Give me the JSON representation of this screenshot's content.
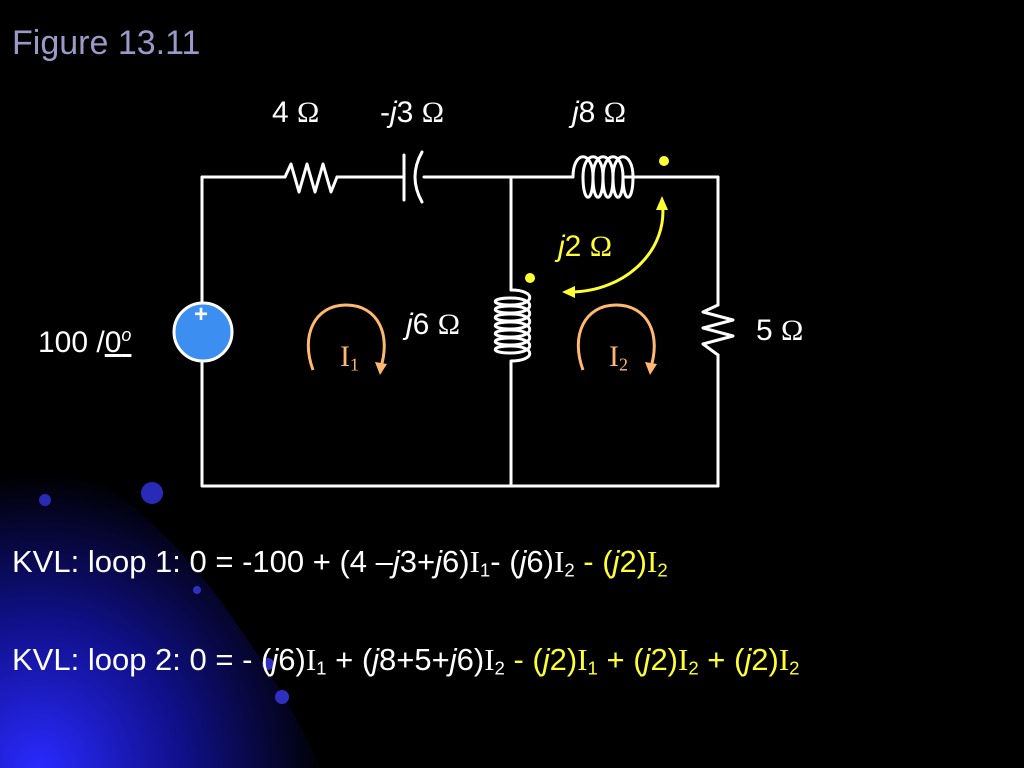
{
  "title": "Figure 13.11",
  "colors": {
    "background": "#000000",
    "wire": "#ffffff",
    "title": "#9a9ac8",
    "highlight": "#ffff33",
    "mesh": "#ffb870",
    "source": "#3c8ef0"
  },
  "components": {
    "r1": {
      "value": "4",
      "unit": "Ω"
    },
    "c1": {
      "pre": "-",
      "j": "j",
      "value": "3",
      "unit": "Ω"
    },
    "l1": {
      "j": "j",
      "value": "8",
      "unit": "Ω"
    },
    "m": {
      "j": "j",
      "value": "2",
      "unit": "Ω"
    },
    "l2": {
      "j": "j",
      "value": "6",
      "unit": "Ω"
    },
    "r2": {
      "value": "5",
      "unit": "Ω"
    },
    "source": {
      "value": "100 /",
      "angle": "0",
      "deg": "o",
      "plus": "+"
    }
  },
  "mesh_currents": {
    "i1": {
      "base": "I",
      "sub": "1"
    },
    "i2": {
      "base": "I",
      "sub": "2"
    }
  },
  "equations": {
    "loop1": {
      "prefix": "KVL: loop 1: 0 = -100 + (4 –",
      "j1": "j",
      "t1": "3+",
      "j2": "j",
      "t2": "6)",
      "i1": "I",
      "s1": "1",
      "t3": "- (",
      "j3": "j",
      "t4": "6)",
      "i2": "I",
      "s2": "2",
      "y1": " - (",
      "yj": "j",
      "y2": "2)",
      "yi": "I",
      "ys": "2"
    },
    "loop2": {
      "prefix": "KVL: loop 2: 0 = - (",
      "j1": "j",
      "t1": "6)",
      "i1": "I",
      "s1": "1",
      "t2": " + (",
      "j2": "j",
      "t3": "8+5+",
      "j3": "j",
      "t4": "6)",
      "i2": "I",
      "s2": "2",
      "ya": " - (",
      "yja": "j",
      "yb": "2)",
      "yia": "I",
      "ysa": "1",
      "yc": " + (",
      "yjb": "j",
      "yd": "2)",
      "yib": "I",
      "ysb": "2",
      "ye": " + (",
      "yjc": "j",
      "yf": "2)",
      "yic": "I",
      "ysc": "2"
    }
  }
}
